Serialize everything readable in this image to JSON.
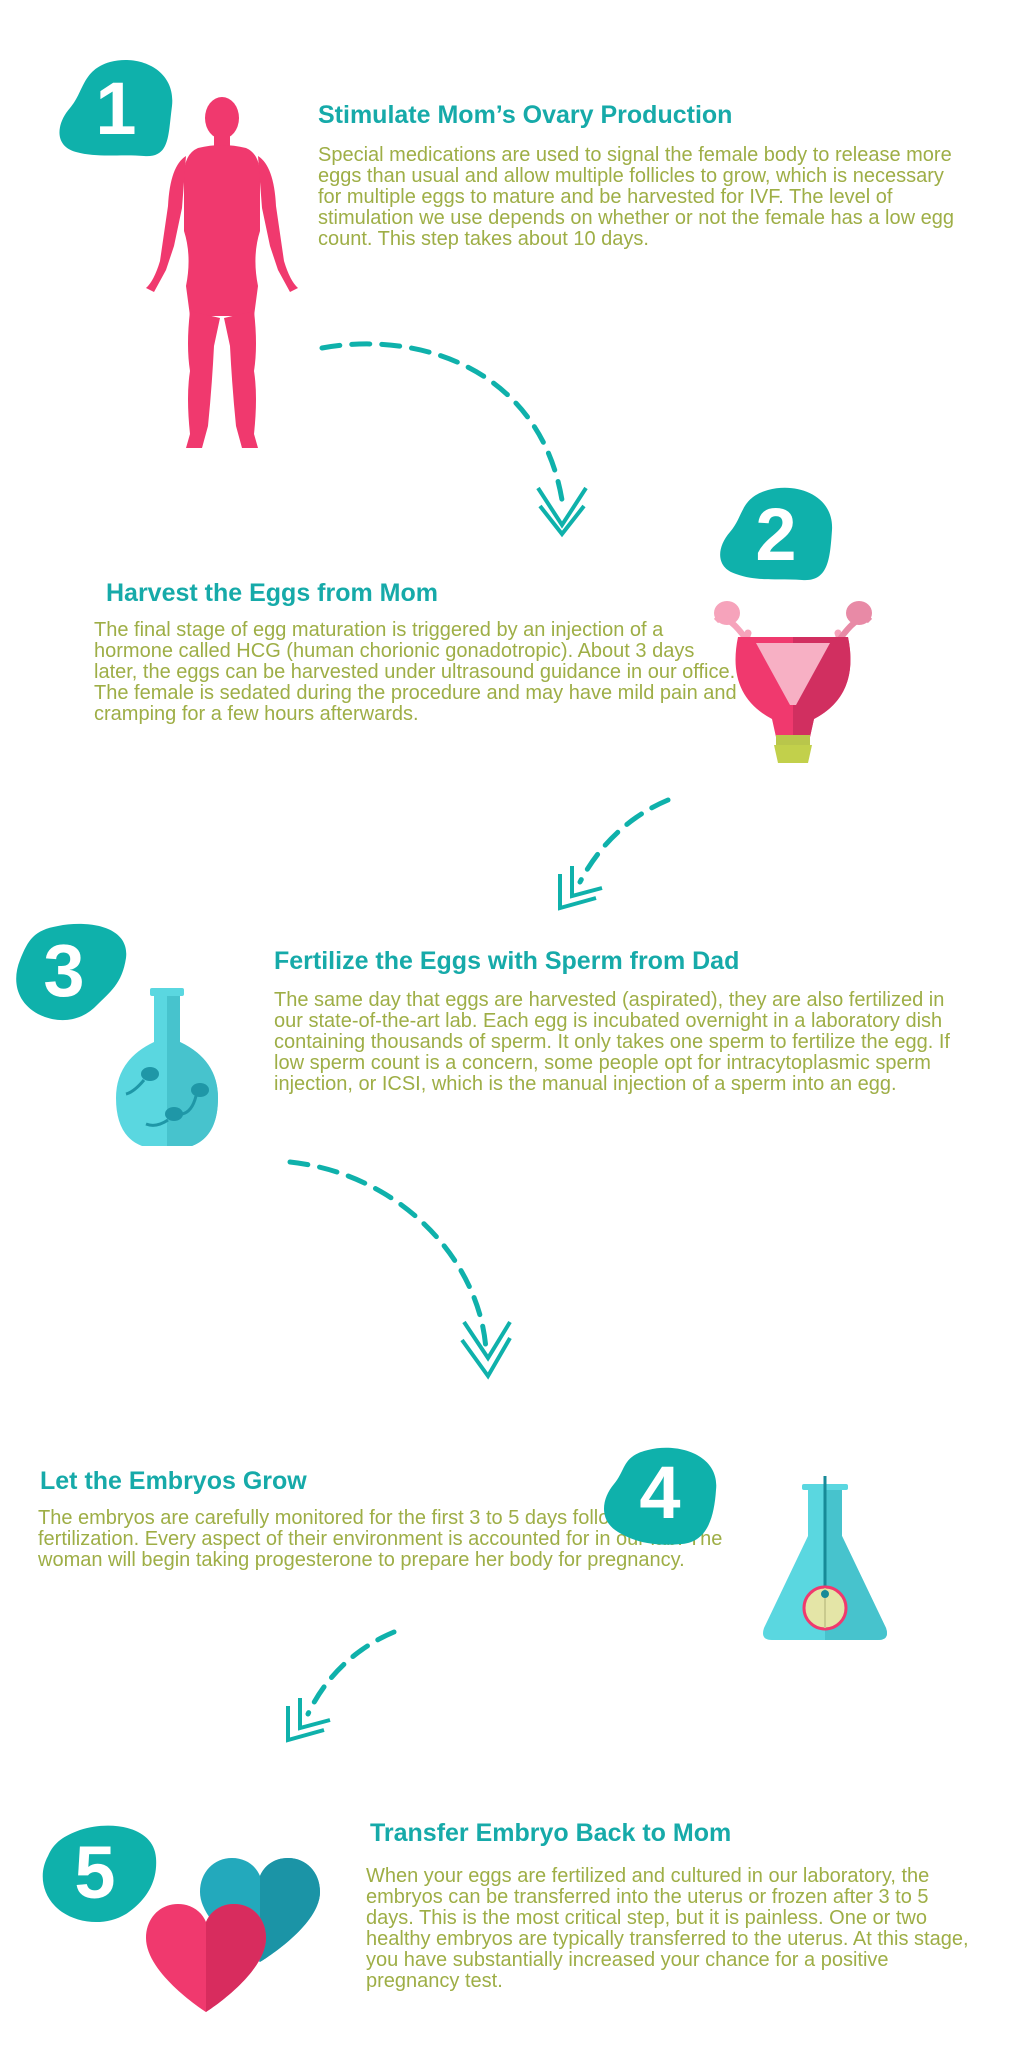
{
  "steps": [
    {
      "number": "1",
      "title": "Stimulate Mom’s Ovary Production",
      "body": "Special medications are used to signal the female body to release more eggs than usual and allow multiple follicles to grow, which is necessary for multiple eggs to mature and be harvested for IVF. The level of stimulation we use depends on whether or not the female has a low egg count. This step takes about 10 days.",
      "illustration": "female-body-icon"
    },
    {
      "number": "2",
      "title": "Harvest the Eggs from Mom",
      "body": "The final stage of egg maturation is triggered by an injection of a hormone called HCG (human chorionic gonadotropic). About 3 days later, the eggs can be harvested under ultrasound guidance in our office. The female is sedated during the procedure and may have mild pain and cramping for a few hours afterwards.",
      "illustration": "uterus-icon"
    },
    {
      "number": "3",
      "title": "Fertilize the Eggs with Sperm from Dad",
      "body": "The same day that eggs are harvested (aspirated), they are also fertilized in our state-of-the-art lab. Each egg is incubated overnight in a laboratory dish containing thousands of sperm. It only takes one sperm to fertilize the egg. If low sperm count is a concern, some people opt for intracytoplasmic sperm injection, or ICSI, which is the manual injection of a sperm into an egg.",
      "illustration": "flask-with-sperm-icon"
    },
    {
      "number": "4",
      "title": "Let the Embryos Grow",
      "body": "The embryos are carefully monitored for the first 3 to 5 days following fertilization. Every aspect of their environment is accounted for in our lab. The woman will begin taking progesterone to prepare her body for pregnancy.",
      "illustration": "flask-with-embryo-icon"
    },
    {
      "number": "5",
      "title": "Transfer Embryo Back to Mom",
      "body": "When your eggs are fertilized and cultured in our laboratory, the embryos can be transferred into the uterus or frozen after 3 to 5 days. This is the most critical step, but it is painless. One or two healthy embryos are typically transferred to the uterus. At this stage, you have substantially increased your chance for a positive pregnancy test.",
      "illustration": "two-hearts-icon"
    }
  ],
  "colors": {
    "teal": "#0fb1ab",
    "title_teal": "#16aaa9",
    "body_olive": "#9eae46",
    "pink": "#f0396e",
    "light_pink": "#f6a3bb",
    "lime": "#c2d04b",
    "aqua": "#5ad7e0",
    "heart_blue": "#23a9bc"
  }
}
